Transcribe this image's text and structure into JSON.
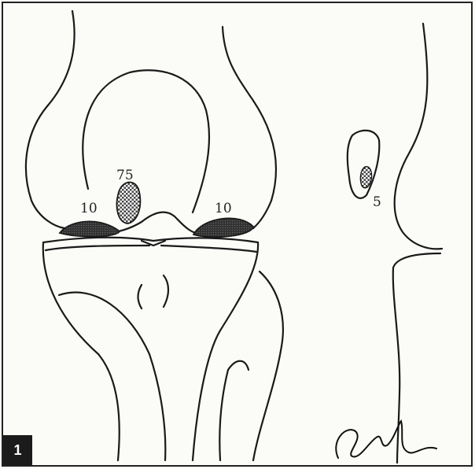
{
  "figure": {
    "number": "1",
    "signature": "signature",
    "labels": {
      "intercondylar": "75",
      "medial_condyle": "10",
      "lateral_condyle": "10",
      "patella": "5"
    }
  }
}
